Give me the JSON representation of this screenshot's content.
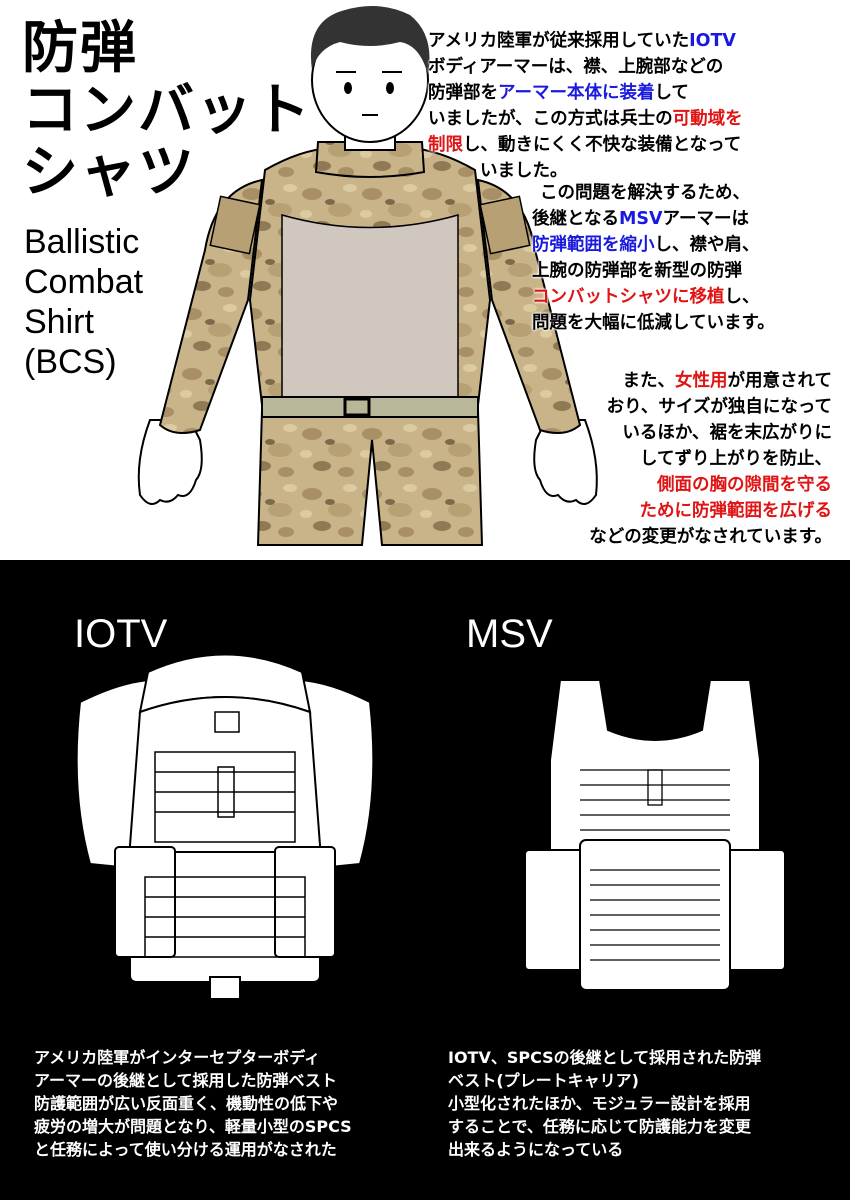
{
  "title": {
    "jp_lines": [
      "防弾",
      "コンバット",
      "シャツ"
    ],
    "en_lines": [
      "Ballistic",
      "Combat",
      "Shirt",
      "(BCS)"
    ]
  },
  "paragraph1": {
    "l1a": "アメリカ陸軍が従来採用していた",
    "l1b": "IOTV",
    "l2": "ボディアーマーは、襟、上腕部などの",
    "l3a": "防弾部を",
    "l3b": "アーマー本体に装着",
    "l3c": "して",
    "l4a": "いましたが、この方式は兵士の",
    "l4b": "可動域を",
    "l5a": "制限",
    "l5b": "し、動きにくく不快な装備となって",
    "l6": "いました。"
  },
  "paragraph2": {
    "l1": "この問題を解決するため、",
    "l2a": "後継となる",
    "l2b": "MSV",
    "l2c": "アーマーは",
    "l3a": "防弾範囲を縮小",
    "l3b": "し、襟や肩、",
    "l4": "上腕の防弾部を新型の防弾",
    "l5a": "コンバットシャツに移植",
    "l5b": "し、",
    "l6": "問題を大幅に低減しています。"
  },
  "paragraph3": {
    "l1a": "また、",
    "l1b": "女性用",
    "l1c": "が用意されて",
    "l2": "おり、サイズが独自になって",
    "l3": "いるほか、裾を末広がりに",
    "l4": "してずり上がりを防止、",
    "l5": "側面の胸の隙間を守る",
    "l6": "ために防弾範囲を広げる",
    "l7": "などの変更がなされています。"
  },
  "labels": {
    "iotv": "IOTV",
    "msv": "MSV"
  },
  "caption_iotv": [
    "アメリカ陸軍がインターセプターボディ",
    "アーマーの後継として採用した防弾ベスト",
    "防護範囲が広い反面重く、機動性の低下や",
    "疲労の増大が問題となり、軽量小型のSPCS",
    "と任務によって使い分ける運用がなされた"
  ],
  "caption_msv": [
    "IOTV、SPCSの後継として採用された防弾",
    "ベスト(プレートキャリア)",
    "小型化されたほか、モジュラー設計を採用",
    "することで、任務に応じて防護能力を変更",
    "出来るようになっている"
  ],
  "colors": {
    "highlight_blue": "#1a1adf",
    "highlight_red": "#e01414",
    "camo_tan": "#c9b48a",
    "shirt_torso": "#d0c8bf"
  }
}
